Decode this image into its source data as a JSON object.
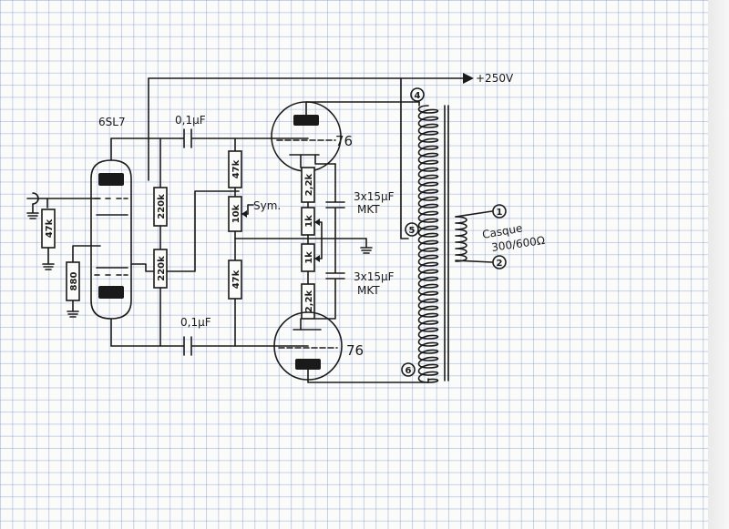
{
  "tubes": {
    "driver": "6SL7",
    "output_top": "76",
    "output_bottom": "76"
  },
  "supply": "+250V",
  "capacitors": {
    "coupling_top": "0,1µF",
    "coupling_bottom": "0,1µF",
    "bypass_top_value": "3x15µF",
    "bypass_top_type": "MKT",
    "bypass_bottom_value": "3x15µF",
    "bypass_bottom_type": "MKT"
  },
  "resistors": {
    "input_grid": "47k",
    "cathode": "880",
    "plate_load_top": "220k",
    "plate_load_bottom": "220k",
    "divider_top": "47k",
    "balance_pot": "10k",
    "divider_bottom": "47k",
    "cathode_top_a": "2,2k",
    "cathode_top_b": "1k",
    "cathode_bottom_a": "1k",
    "cathode_bottom_b": "2,2k"
  },
  "balance_label": "Sym.",
  "transformer": {
    "pin_top": "4",
    "pin_center": "5",
    "pin_bottom": "6",
    "sec_pin_1": "1",
    "sec_pin_2": "2",
    "output_label": "Casque",
    "output_impedance": "300/600Ω"
  }
}
